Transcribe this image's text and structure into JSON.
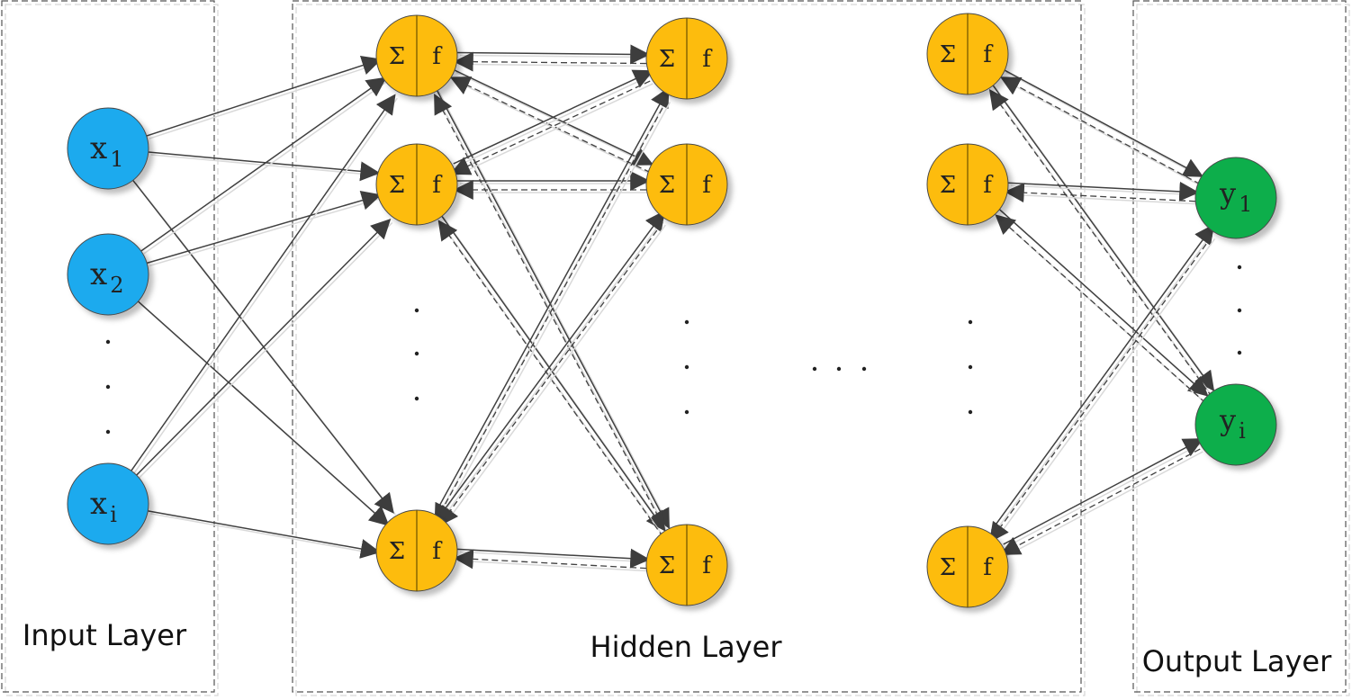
{
  "labels": {
    "input_layer": "Input Layer",
    "hidden_layer": "Hidden Layer",
    "output_layer": "Output Layer"
  },
  "symbols": {
    "sum": "Σ",
    "activation": "f",
    "input_var": "x",
    "output_var": "y"
  },
  "inputs": [
    {
      "sub": "1"
    },
    {
      "sub": "2"
    },
    {
      "sub": "i"
    }
  ],
  "outputs": [
    {
      "sub": "1"
    },
    {
      "sub": "i"
    }
  ],
  "colors": {
    "input_node": "#1eaaee",
    "hidden_node": "#fdbc0a",
    "output_node": "#0dae4b",
    "node_stroke": "#4a4a4a",
    "connection": "#404040"
  }
}
